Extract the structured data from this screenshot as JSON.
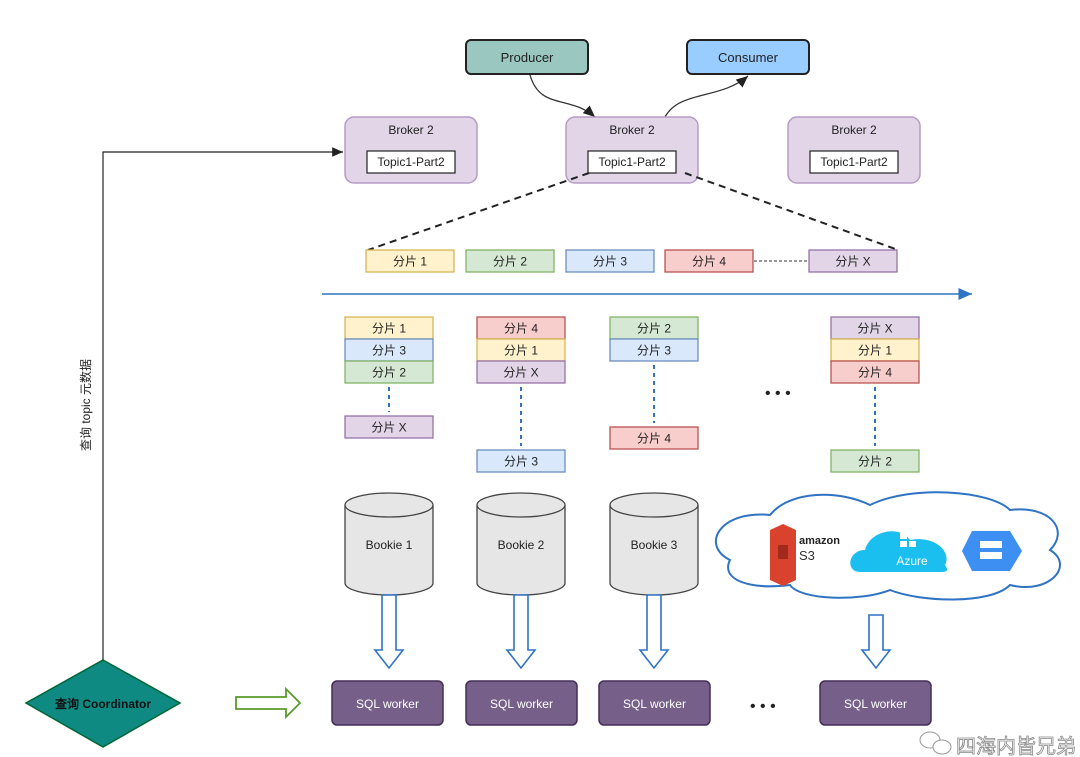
{
  "producer": {
    "label": "Producer",
    "color": "#9ac7bf"
  },
  "consumer": {
    "label": "Consumer",
    "color": "#99ccff"
  },
  "brokers": [
    {
      "label": "Broker 2",
      "topic": "Topic1-Part2"
    },
    {
      "label": "Broker 2",
      "topic": "Topic1-Part2"
    },
    {
      "label": "Broker 2",
      "topic": "Topic1-Part2"
    }
  ],
  "shard_colors": {
    "1": {
      "fill": "#fff2cc",
      "stroke": "#d6b656"
    },
    "2": {
      "fill": "#d5e8d4",
      "stroke": "#82b366"
    },
    "3": {
      "fill": "#dae8fc",
      "stroke": "#6c8ebf"
    },
    "4": {
      "fill": "#f8cecc",
      "stroke": "#b85450"
    },
    "X": {
      "fill": "#e1d5e7",
      "stroke": "#9673a6"
    }
  },
  "top_shards": [
    {
      "id": "1",
      "label": "分片 1"
    },
    {
      "id": "2",
      "label": "分片 2"
    },
    {
      "id": "3",
      "label": "分片 3"
    },
    {
      "id": "4",
      "label": "分片 4"
    },
    {
      "id": "X",
      "label": "分片 X"
    }
  ],
  "bookie_columns": [
    {
      "top": [
        {
          "id": "1",
          "label": "分片 1"
        },
        {
          "id": "3",
          "label": "分片 3"
        },
        {
          "id": "2",
          "label": "分片 2"
        }
      ],
      "bottom": {
        "id": "X",
        "label": "分片 X"
      }
    },
    {
      "top": [
        {
          "id": "4",
          "label": "分片 4"
        },
        {
          "id": "1",
          "label": "分片 1"
        },
        {
          "id": "X",
          "label": "分片 X"
        }
      ],
      "bottom": {
        "id": "3",
        "label": "分片 3"
      }
    },
    {
      "top": [
        {
          "id": "2",
          "label": "分片 2"
        },
        {
          "id": "3",
          "label": "分片 3"
        }
      ],
      "bottom": {
        "id": "4",
        "label": "分片 4"
      }
    },
    {
      "top": [
        {
          "id": "X",
          "label": "分片 X"
        },
        {
          "id": "1",
          "label": "分片 1"
        },
        {
          "id": "4",
          "label": "分片 4"
        }
      ],
      "bottom": {
        "id": "2",
        "label": "分片 2"
      }
    }
  ],
  "bookies": [
    "Bookie 1",
    "Bookie 2",
    "Bookie 3"
  ],
  "cloud": {
    "amazon": "amazon",
    "s3": "S3",
    "azure": "Azure"
  },
  "sql_workers": [
    "SQL worker",
    "SQL worker",
    "SQL worker",
    "SQL worker"
  ],
  "ellipsis": "• • •",
  "coordinator": {
    "label": "查询 Coordinator",
    "color": "#0e8a83"
  },
  "metadata_query_label": "查询 topic 元数据",
  "worker_color": "#76608a",
  "watermark": "四海内皆兄弟"
}
